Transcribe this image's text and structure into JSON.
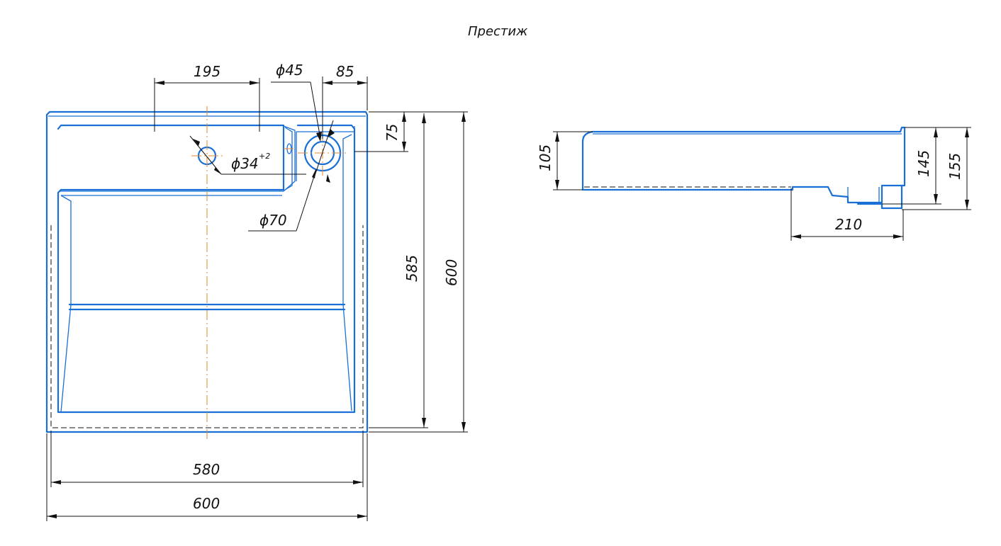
{
  "title": "Престиж",
  "top_view": {
    "dims": {
      "hole_offset": "195",
      "drain_diameter": "ϕ45",
      "drain_offset": "85",
      "shelf_depth": "75",
      "tap_hole": "ϕ34",
      "tap_hole_tolerance": "+2",
      "drain_ring": "ϕ70",
      "inner_depth": "585",
      "outer_depth": "600",
      "inner_width": "580",
      "outer_width": "600"
    }
  },
  "side_view": {
    "dims": {
      "rim_height": "105",
      "height_145": "145",
      "total_height": "155",
      "drain_offset": "210"
    }
  },
  "colors": {
    "outline": "#1a6fd6",
    "dimension": "#111111",
    "axis": "#e08a2a"
  }
}
